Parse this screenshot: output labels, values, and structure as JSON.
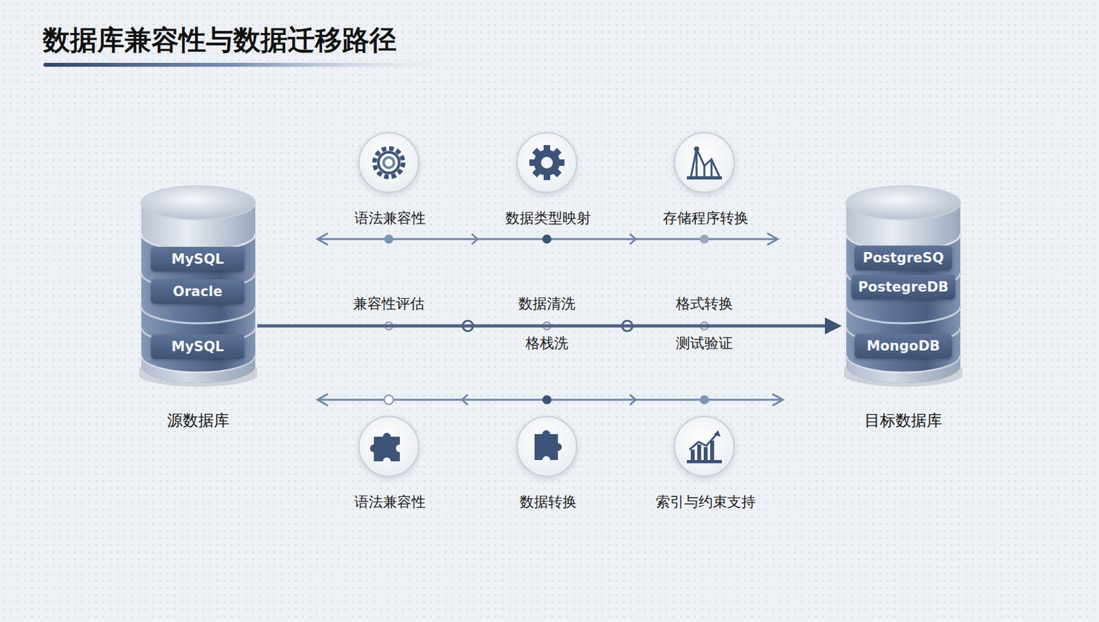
{
  "diagram": {
    "title": "数据库兼容性与数据迁移路径",
    "nodes": [
      {
        "text": [
          "源数据库"
        ]
      },
      {
        "text": [
          "MySQL"
        ],
        "in": 0
      },
      {
        "text": [
          "Oracle"
        ],
        "in": 0
      },
      {
        "text": [
          "MySQL"
        ],
        "in": 0
      },
      {
        "text": [
          "语法兼容性"
        ]
      },
      {
        "text": [
          "数据类型映射"
        ]
      },
      {
        "text": [
          "存储程序转换"
        ]
      },
      {
        "text": [
          "语法兼容性"
        ]
      },
      {
        "text": [
          "数据转换"
        ]
      },
      {
        "text": [
          "索引与约束支持"
        ]
      },
      {
        "text": [
          "目标数据库"
        ]
      },
      {
        "text": [
          "PostgreSQ"
        ],
        "in": 10
      },
      {
        "text": [
          "PostegreDB"
        ],
        "in": 10
      },
      {
        "text": [
          "MongoDB"
        ],
        "in": 10
      }
    ],
    "edges": [
      {
        "from": 0,
        "to": 10,
        "arrow": "to"
      }
    ],
    "labels": [
      "兼容性评估",
      "数据清洗",
      "格式转换",
      "格栈洗",
      "测试验证"
    ]
  }
}
